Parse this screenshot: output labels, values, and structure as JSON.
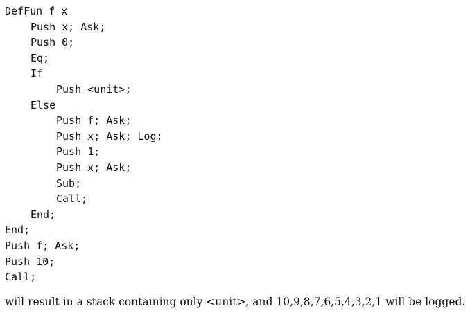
{
  "code": {
    "lines": [
      "DefFun f x",
      "Push x; Ask;",
      "Push 0;",
      "Eq;",
      "If",
      "Push <unit>;",
      "Else",
      "Push f; Ask;",
      "Push x; Ask; Log;",
      "Push 1;",
      "Push x; Ask;",
      "Sub;",
      "Call;",
      "End;",
      "End;",
      "Push f; Ask;",
      "Push 10;",
      "Call;"
    ]
  },
  "prose": {
    "sentence": "will result in a stack containing only <unit>, and 10,9,8,7,6,5,4,3,2,1 will be logged."
  }
}
